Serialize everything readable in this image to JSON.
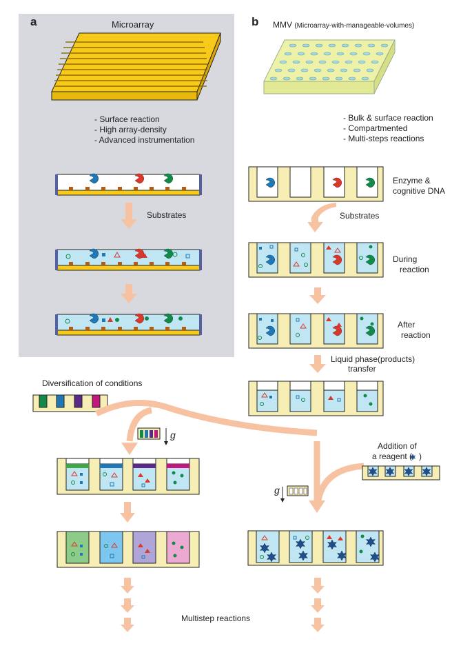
{
  "panel_a": {
    "letter": "a",
    "title": "Microarray",
    "features": [
      "- Surface reaction",
      "- High array-density",
      "- Advanced instrumentation"
    ],
    "substrates_label": "Substrates"
  },
  "panel_b": {
    "letter": "b",
    "title": "MMV",
    "title_paren": "(Microarray-with-manageable-volumes)",
    "features": [
      "- Bulk & surface reaction",
      "- Compartmented",
      "- Multi-steps reactions"
    ],
    "step_labels": {
      "enzyme_1": "Enzyme &",
      "enzyme_2": "cognitive DNA",
      "substrates": "Substrates",
      "during_1": "During",
      "during_2": "reaction",
      "after_1": "After",
      "after_2": "reaction",
      "transfer_1": "Liquid phase(products)",
      "transfer_2": "transfer"
    }
  },
  "lower": {
    "diversification": "Diversification of conditions",
    "g_label": "g",
    "addition_1": "Addition of",
    "addition_2": "a reagent (",
    "addition_3": ")",
    "multistep": "Multistep reactions"
  },
  "colors": {
    "panel_bg": "#d7d9df",
    "arrow": "#f7c2a2",
    "plate": "#f7eeb6",
    "plate_stroke": "#2a2a2a",
    "well_liquid": "#bfe6f2",
    "chip_yellow": "#f7c91a",
    "blue": "#1f78b4",
    "red": "#d8392b",
    "green": "#12894a",
    "purple": "#5b2a86",
    "magenta": "#c2177e"
  }
}
